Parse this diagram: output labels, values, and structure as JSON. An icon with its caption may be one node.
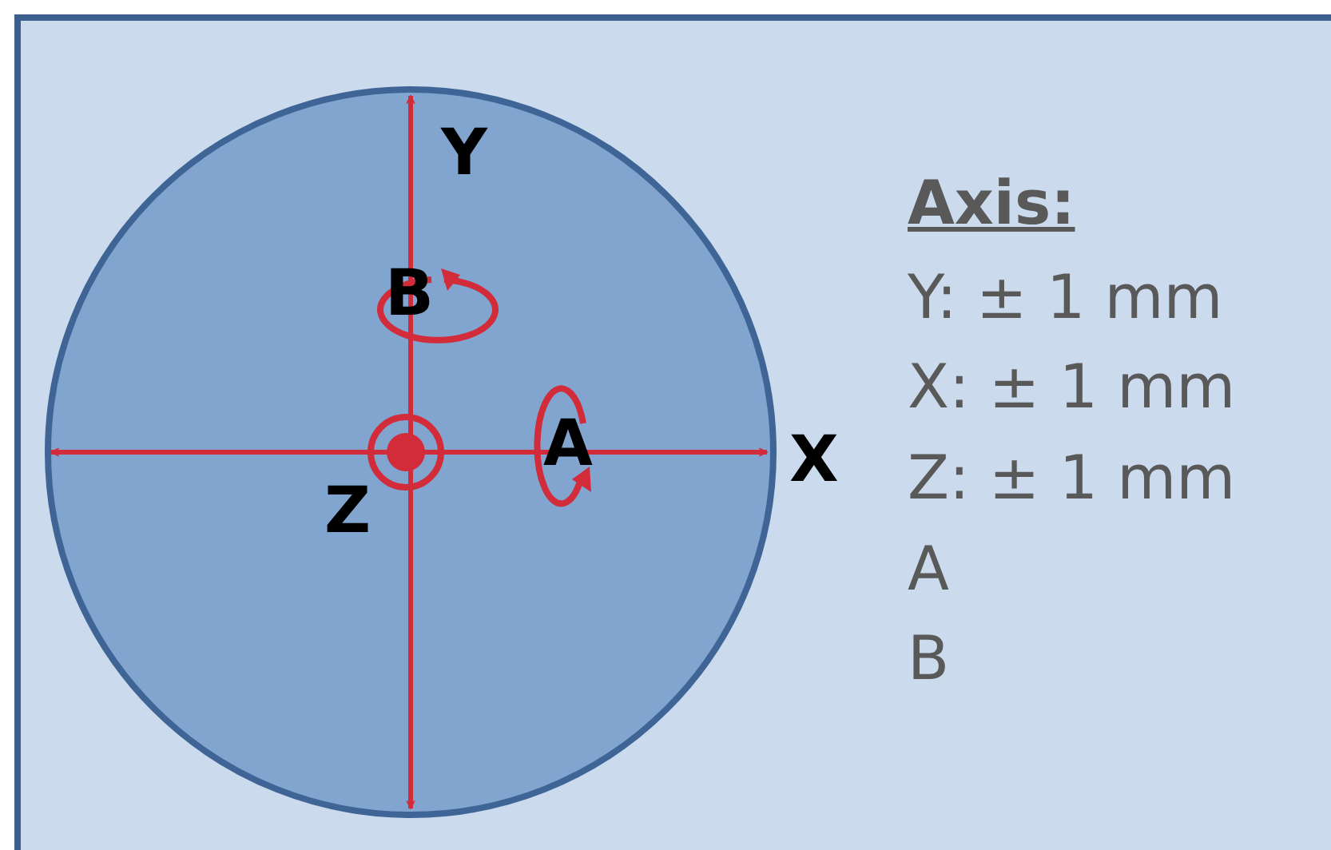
{
  "diagram": {
    "labels": [
      "Y",
      "B",
      "A",
      "X",
      "Z",
      "Axis:",
      "Y: ± 1 mm",
      "X: ± 1 mm",
      "Z: ± 1 mm",
      "A",
      "B"
    ]
  }
}
